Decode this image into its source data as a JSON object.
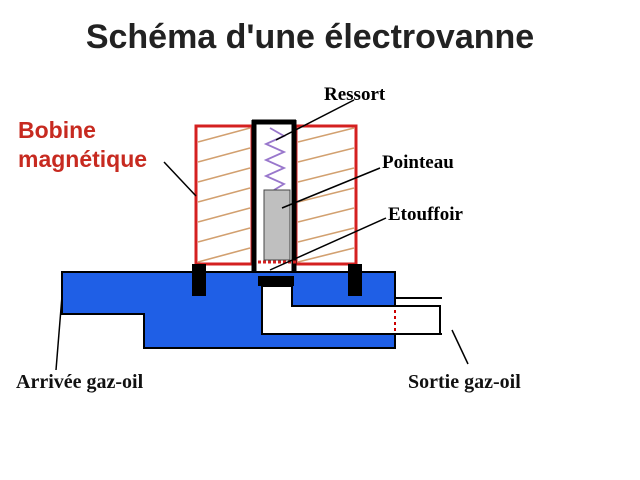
{
  "title": "Schéma d'une électrovanne",
  "labels": {
    "bobine_line1": "Bobine",
    "bobine_line2": "magnétique",
    "ressort": "Ressort",
    "pointeau": "Pointeau",
    "etouffoir": "Etouffoir",
    "arrivee": "Arrivée gaz-oil",
    "sortie": "Sortie gaz-oil"
  },
  "colors": {
    "fluid": "#1f5fe6",
    "coil": "#d42020",
    "winding": "#d2a070",
    "plunger": "#bfbfbf",
    "spring": "#9977cc",
    "outline": "#000000",
    "bobine_label": "#c72a20"
  }
}
